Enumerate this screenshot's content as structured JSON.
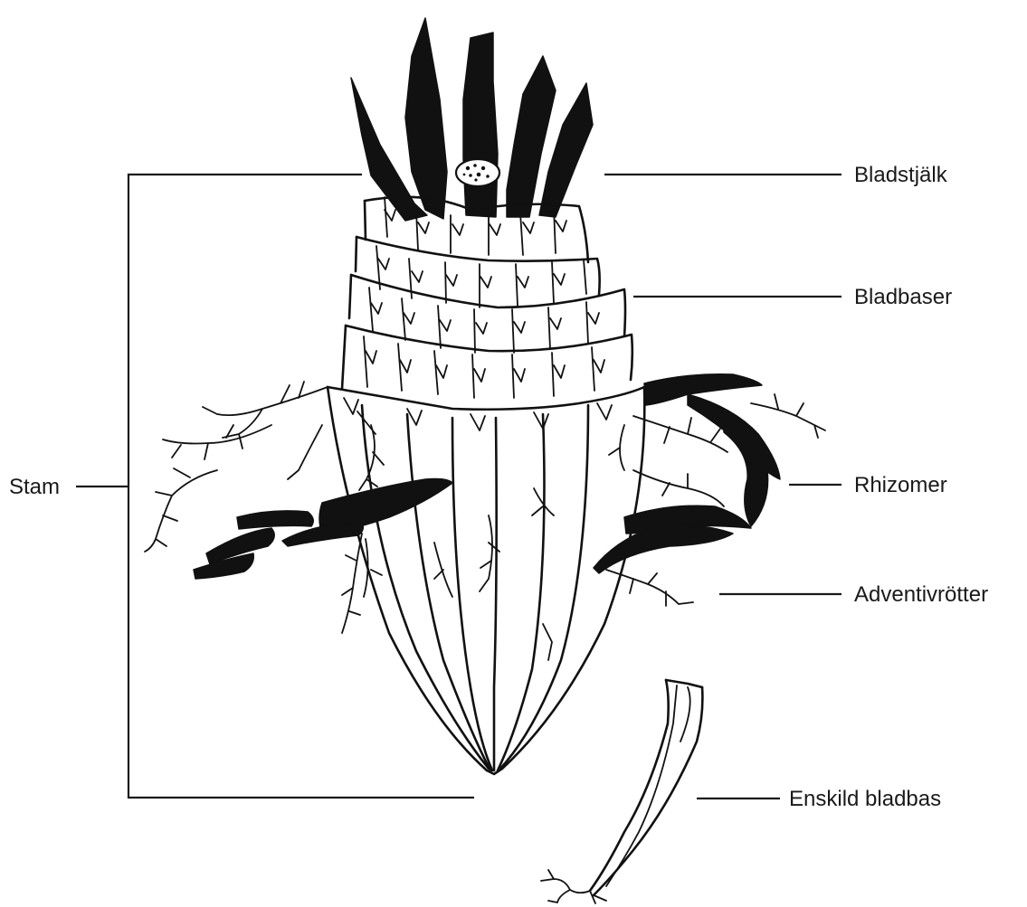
{
  "labels": {
    "bladstjalk": "Bladstjälk",
    "bladbaser": "Bladbaser",
    "rhizomer": "Rhizomer",
    "adventivrotter": "Adventivrötter",
    "enskild_bladbas": "Enskild bladbas",
    "stam": "Stam"
  },
  "colors": {
    "ink": "#111111",
    "background": "#ffffff"
  }
}
